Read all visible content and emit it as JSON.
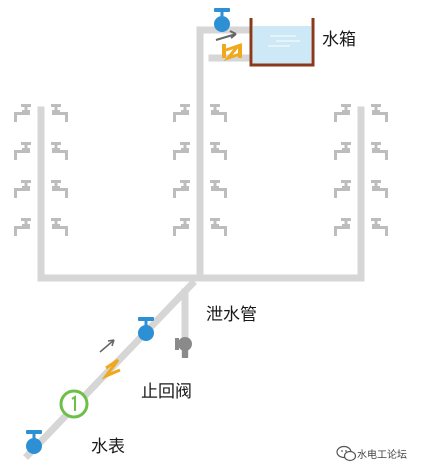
{
  "labels": {
    "water_tank": "水箱",
    "drain_pipe": "泄水管",
    "check_valve": "止回阀",
    "water_meter": "水表"
  },
  "watermark": {
    "text": "水电工论坛"
  },
  "colors": {
    "pipe": "#d6d6d6",
    "valve_blue": "#2d8fd4",
    "check_orange": "#f0a81c",
    "meter_green": "#6dbf4a",
    "tank_border": "#8a3a1a",
    "tank_water": "#cde8f6",
    "faucet": "#bdbdbd",
    "drain_valve": "#8a8a8a"
  },
  "icons": [
    "faucet-icon",
    "gate-valve-icon",
    "check-valve-icon",
    "water-meter-icon",
    "water-tank-icon",
    "drain-valve-icon",
    "wechat-icon"
  ]
}
